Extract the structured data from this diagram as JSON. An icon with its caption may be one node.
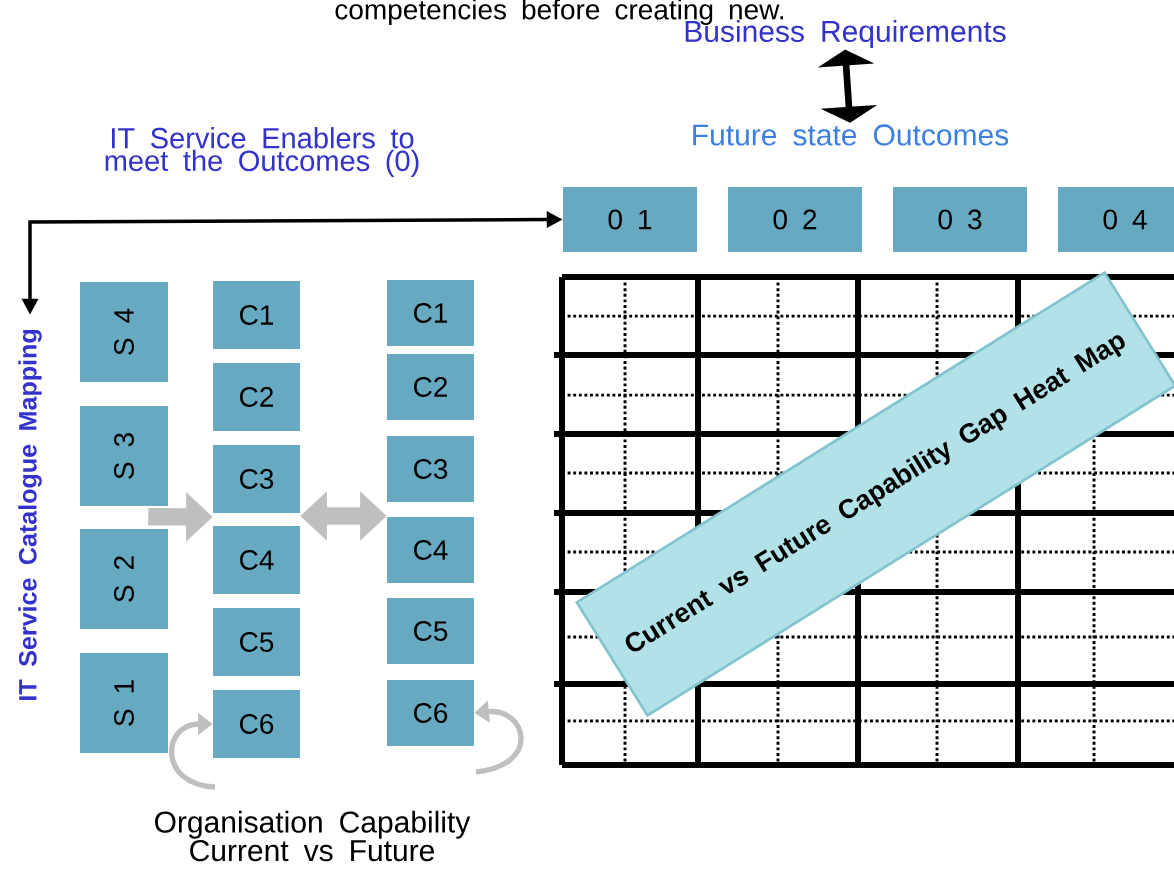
{
  "diagram": {
    "nodes": [
      {
        "text": [
          "Business Requirements"
        ]
      },
      {
        "text": [
          "Future state Outcomes"
        ]
      },
      {
        "text": [
          "0 1"
        ]
      },
      {
        "text": [
          "0 2"
        ]
      },
      {
        "text": [
          "0 3"
        ]
      },
      {
        "text": [
          "0 4"
        ]
      },
      {
        "text": [
          "IT Service Catalogue Mapping"
        ]
      },
      {
        "text": [
          "S 4"
        ]
      },
      {
        "text": [
          "S 3"
        ]
      },
      {
        "text": [
          "S 2"
        ]
      },
      {
        "text": [
          "S 1"
        ]
      },
      {
        "text": [
          "C1"
        ]
      },
      {
        "text": [
          "C2"
        ]
      },
      {
        "text": [
          "C3"
        ]
      },
      {
        "text": [
          "C4"
        ]
      },
      {
        "text": [
          "C5"
        ]
      },
      {
        "text": [
          "C6"
        ]
      },
      {
        "text": [
          "C1"
        ]
      },
      {
        "text": [
          "C2"
        ]
      },
      {
        "text": [
          "C3"
        ]
      },
      {
        "text": [
          "C4"
        ]
      },
      {
        "text": [
          "C5"
        ]
      },
      {
        "text": [
          "C6"
        ]
      },
      {
        "text": [
          "Current vs Future Capability Gap Heat Map"
        ]
      }
    ],
    "edges": [
      {
        "from": 0,
        "to": 1,
        "arrow": "both",
        "color": "#000000"
      },
      {
        "from": 2,
        "to": 6,
        "arrow": "both",
        "color": "#000000"
      },
      {
        "from": 9,
        "to": 13,
        "arrow": "to",
        "style": "thick",
        "color": "#bfbfbf"
      },
      {
        "from": 13,
        "to": 19,
        "arrow": "both",
        "style": "thick",
        "color": "#bfbfbf"
      },
      {
        "from": null,
        "to": 16,
        "arrow": "to",
        "color": "#bfbfbf"
      },
      {
        "from": null,
        "to": 22,
        "arrow": "to",
        "color": "#bfbfbf"
      }
    ],
    "labels": [
      "competencies before creating new.",
      "IT Service Enablers to meet the Outcomes (0)",
      "Organisation Capability Current vs Future"
    ]
  }
}
